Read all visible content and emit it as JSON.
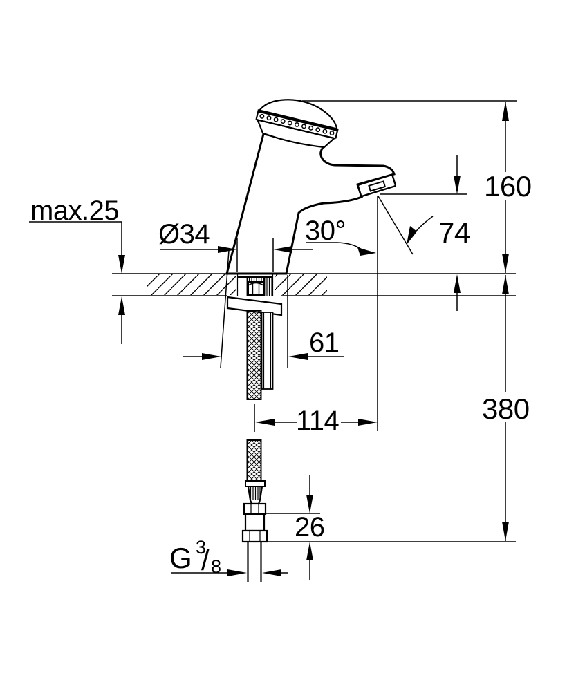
{
  "drawing": {
    "type": "technical-dimension-diagram",
    "subject": "single-hole pillar faucet installation drawing",
    "colors": {
      "line": "#000000",
      "background": "#ffffff"
    },
    "dimensions": {
      "deck_max_thickness": "max.25",
      "base_diameter": "Ø34",
      "outlet_angle": "30°",
      "height_above_deck": "160",
      "outlet_height": "74",
      "body_width": "61",
      "outlet_reach": "114",
      "below_deck_length": "380",
      "connector_length": "26",
      "thread": {
        "prefix": "G",
        "numerator": "3",
        "slash": "/",
        "denominator": "8"
      }
    }
  }
}
